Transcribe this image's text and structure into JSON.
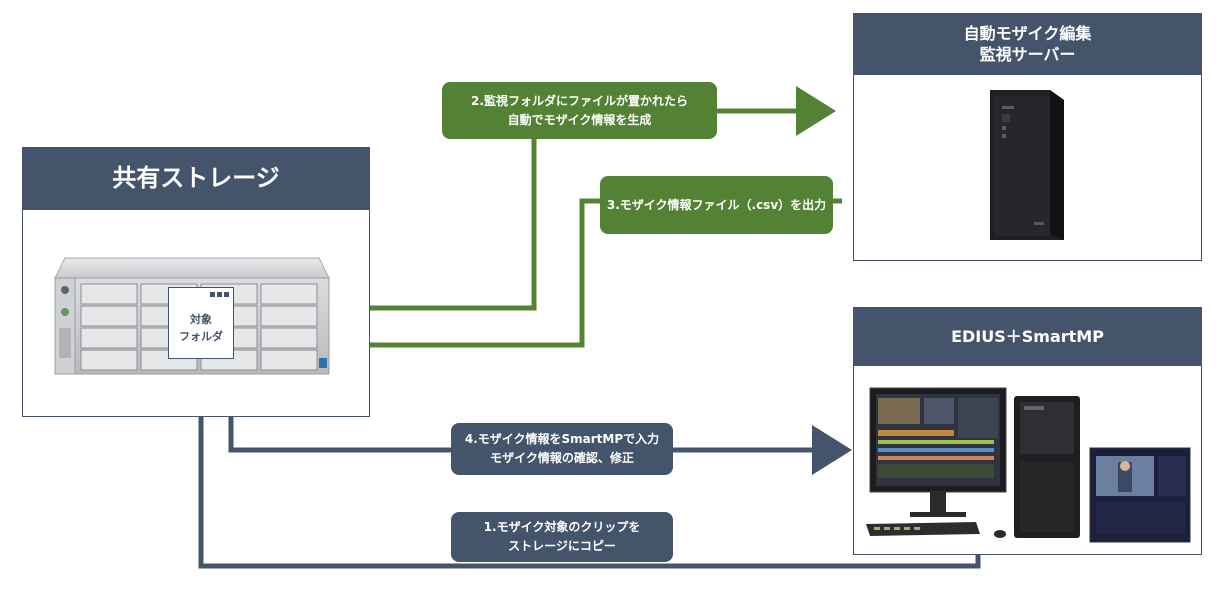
{
  "storage": {
    "title": "共有ストレージ"
  },
  "folder": {
    "label": "対象\nフォルダ"
  },
  "server": {
    "title": "自動モザイク編集\n監視サーバー"
  },
  "edius": {
    "title": "EDIUS＋SmartMP"
  },
  "steps": [
    {
      "line1": "1.モザイク対象のクリップを",
      "line2": "ストレージにコピー"
    },
    {
      "line1": "2.監視フォルダにファイルが置かれたら",
      "line2": "自動でモザイク情報を生成"
    },
    {
      "line1": "3.モザイク情報ファイル（.csv）を出力"
    },
    {
      "line1": "4.モザイク情報をSmartMPで入力",
      "line2": "モザイク情報の確認、修正"
    }
  ],
  "colors": {
    "navy": "#44546a",
    "green": "#548235"
  }
}
